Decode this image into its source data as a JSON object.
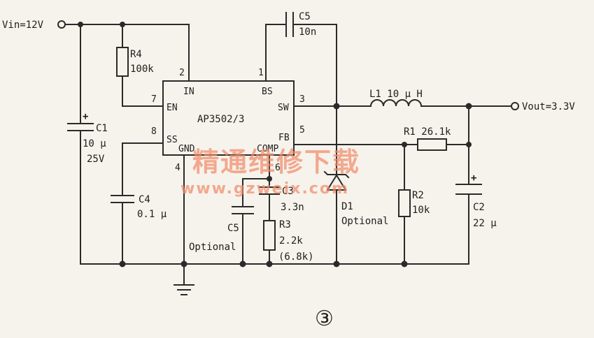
{
  "circuit": {
    "vin_label": "Vin=12V",
    "vout_label": "Vout=3.3V",
    "ic_name": "AP3502/3",
    "pins": {
      "in_name": "IN",
      "in_num": "2",
      "bs_name": "BS",
      "bs_num": "1",
      "en_name": "EN",
      "en_num": "7",
      "sw_name": "SW",
      "sw_num": "3",
      "ss_name": "SS",
      "ss_num": "8",
      "fb_name": "FB",
      "fb_num": "5",
      "gnd_name": "GND",
      "gnd_num": "4",
      "comp_name": "COMP",
      "comp_num": "6"
    },
    "components": {
      "r4_name": "R4",
      "r4_value": "100k",
      "c5top_name": "C5",
      "c5top_value": "10n",
      "c1_name": "C1",
      "c1_value": "10 μ",
      "c1_voltage": "25V",
      "c4_name": "C4",
      "c4_value": "0.1 μ",
      "c3_name": "C3",
      "c3_value": "3.3n",
      "c5bot_name": "C5",
      "c5bot_note": "Optional",
      "r3_name": "R3",
      "r3_value": "2.2k",
      "r3_alt": "(6.8k)",
      "l1_label": "L1  10 μ H",
      "r1_label": "R1  26.1k",
      "d1_name": "D1",
      "d1_note": "Optional",
      "r2_name": "R2",
      "r2_value": "10k",
      "c2_name": "C2",
      "c2_value": "22 μ",
      "plus_sign": "+"
    },
    "figure_number": "③",
    "watermark": {
      "cn": "精通维修下载",
      "url": "www.gzweix.com"
    }
  }
}
